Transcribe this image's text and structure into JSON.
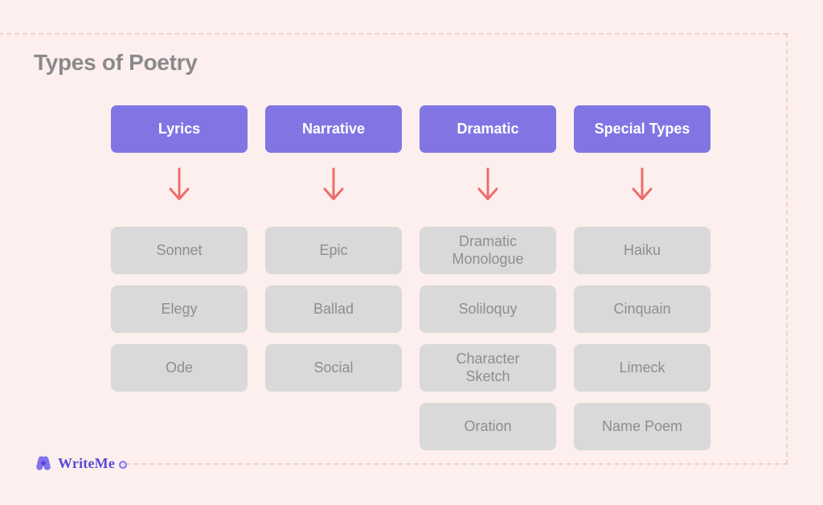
{
  "title": "Types of Poetry",
  "columns": [
    {
      "header": "Lyrics",
      "items": [
        "Sonnet",
        "Elegy",
        "Ode"
      ]
    },
    {
      "header": "Narrative",
      "items": [
        "Epic",
        "Ballad",
        "Social"
      ]
    },
    {
      "header": "Dramatic",
      "items": [
        "Dramatic\nMonologue",
        "Soliloquy",
        "Character\nSketch",
        "Oration"
      ]
    },
    {
      "header": "Special Types",
      "items": [
        "Haiku",
        "Cinquain",
        "Limeck",
        "Name Poem"
      ]
    }
  ],
  "logo": {
    "text": "WriteMe"
  },
  "icons": {
    "arrow": "down-arrow-icon",
    "logo_mark": "writeme-butterfly-icon",
    "logo_dot": "dot-icon"
  },
  "colors": {
    "bg": "#fcefed",
    "purple": "#8175e4",
    "graybox": "#d9d9d9",
    "graytext": "#8e8e8e",
    "title": "#8a898c",
    "arrow": "#ee6c6c",
    "dash": "#ecd0cb",
    "logo": "#5849d6",
    "dotring": "#8577ee"
  }
}
